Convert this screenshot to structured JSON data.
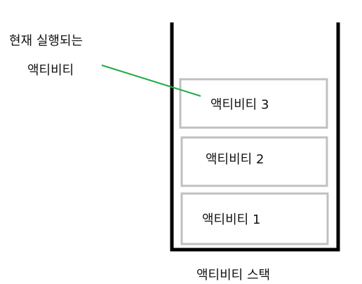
{
  "callout": {
    "line1": "현재 실행되는",
    "line2": "액티비티"
  },
  "stack": {
    "items": [
      {
        "label": "액티비티 3"
      },
      {
        "label": "액티비티 2"
      },
      {
        "label": "액티비티 1"
      }
    ],
    "caption": "액티비티 스택"
  },
  "colors": {
    "container": "#000000",
    "box_border": "#c0c0c0",
    "pointer": "#22aa44",
    "text": "#111111"
  }
}
